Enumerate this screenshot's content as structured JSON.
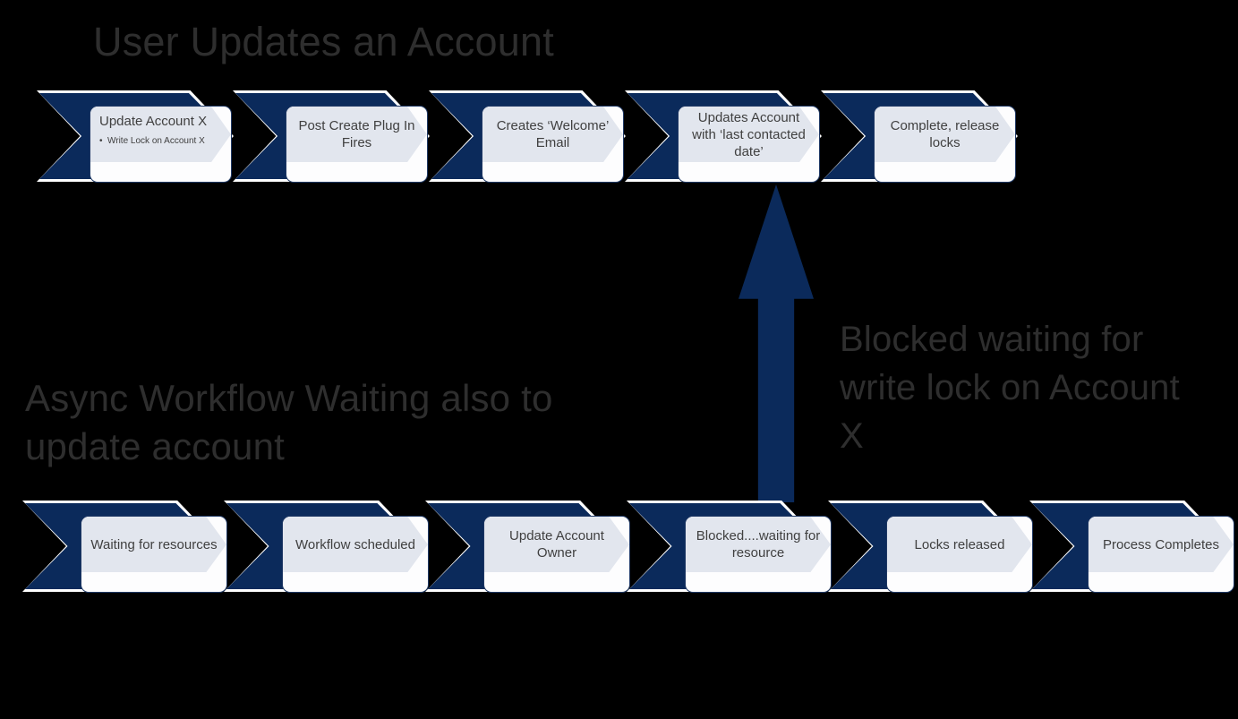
{
  "background_color": "#000000",
  "accent_color": "#0b2a5b",
  "card_band_color": "#e2e6ee",
  "heading_color": "#2e2e2e",
  "headings": {
    "top_title": "User Updates an Account",
    "bottom_left_title": "Async Workflow Waiting also to update account",
    "blocked_note": "Blocked waiting for write lock on Account X"
  },
  "top_row": {
    "label": "User Updates an Account",
    "steps": [
      {
        "id": "update-account-x",
        "title": "Update Account X",
        "bullets": [
          "Write  Lock on Account  X"
        ]
      },
      {
        "id": "post-create-plug-in-fires",
        "title": "Post Create Plug In Fires",
        "bullets": []
      },
      {
        "id": "creates-welcome-email",
        "title": "Creates ‘Welcome’ Email",
        "bullets": []
      },
      {
        "id": "updates-account-last-contacted-date",
        "title": "Updates Account with ‘last contacted date’",
        "bullets": []
      },
      {
        "id": "complete-release-locks",
        "title": "Complete, release locks",
        "bullets": []
      }
    ]
  },
  "bottom_row": {
    "label": "Async Workflow Waiting also to update account",
    "steps": [
      {
        "id": "waiting-for-resources",
        "title": "Waiting for resources",
        "bullets": []
      },
      {
        "id": "workflow-scheduled",
        "title": "Workflow scheduled",
        "bullets": []
      },
      {
        "id": "update-account-owner",
        "title": "Update Account Owner",
        "bullets": []
      },
      {
        "id": "blocked-waiting-for-resource",
        "title": "Blocked....waiting for resource",
        "bullets": []
      },
      {
        "id": "locks-released",
        "title": "Locks released",
        "bullets": []
      },
      {
        "id": "process-completes",
        "title": "Process Completes",
        "bullets": []
      }
    ]
  },
  "arrow": {
    "id": "blocked-dependency-arrow",
    "direction": "up",
    "color": "#0b2a5b",
    "from_step": "blocked-waiting-for-resource",
    "to_step": "updates-account-last-contacted-date"
  }
}
